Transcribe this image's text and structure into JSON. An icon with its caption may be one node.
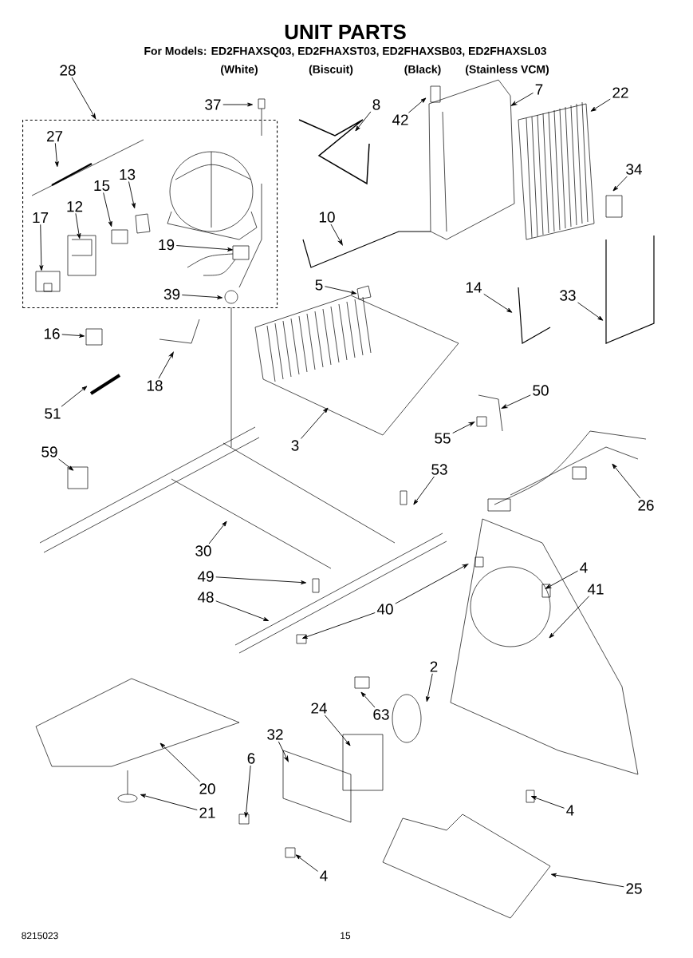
{
  "diagram": {
    "title": "UNIT PARTS",
    "nodes": [
      {
        "text": [
          "28"
        ]
      },
      {
        "text": [],
        "shape": "box"
      },
      {
        "text": [
          "37"
        ]
      },
      {
        "text": [
          "8"
        ]
      },
      {
        "text": [
          "42"
        ]
      },
      {
        "text": [
          "7"
        ]
      },
      {
        "text": [
          "22"
        ]
      },
      {
        "text": [
          "27"
        ],
        "in": 1
      },
      {
        "text": [
          "13"
        ],
        "in": 1
      },
      {
        "text": [
          "15"
        ],
        "in": 1
      },
      {
        "text": [
          "12"
        ],
        "in": 1
      },
      {
        "text": [
          "17"
        ],
        "in": 1
      },
      {
        "text": [
          "19"
        ],
        "in": 1
      },
      {
        "text": [
          "34"
        ]
      },
      {
        "text": [
          "10"
        ]
      },
      {
        "text": [
          "39"
        ],
        "in": 1
      },
      {
        "text": [
          "5"
        ]
      },
      {
        "text": [
          "14"
        ]
      },
      {
        "text": [
          "33"
        ]
      },
      {
        "text": [
          "16"
        ]
      },
      {
        "text": [
          "18"
        ]
      },
      {
        "text": [
          "51"
        ]
      },
      {
        "text": [
          "50"
        ]
      },
      {
        "text": [
          "55"
        ]
      },
      {
        "text": [
          "3"
        ]
      },
      {
        "text": [
          "59"
        ]
      },
      {
        "text": [
          "26"
        ]
      },
      {
        "text": [
          "53"
        ]
      },
      {
        "text": [
          "30"
        ]
      },
      {
        "text": [
          "49"
        ]
      },
      {
        "text": [
          "48"
        ]
      },
      {
        "text": [
          "40"
        ]
      },
      {
        "text": [
          "4"
        ]
      },
      {
        "text": [
          "41"
        ]
      },
      {
        "text": [
          "2"
        ]
      },
      {
        "text": [
          "63"
        ]
      },
      {
        "text": [
          "24"
        ]
      },
      {
        "text": [
          "32"
        ]
      },
      {
        "text": [
          "6"
        ]
      },
      {
        "text": [
          "20"
        ]
      },
      {
        "text": [
          "21"
        ]
      },
      {
        "text": [
          "4"
        ]
      },
      {
        "text": [
          "4"
        ]
      },
      {
        "text": [
          "25"
        ]
      }
    ],
    "edges": [
      {
        "from": 0,
        "to": 1,
        "arrow": "to"
      },
      {
        "from": 2,
        "to": null,
        "arrow": "to"
      },
      {
        "from": 3,
        "to": null,
        "arrow": "to"
      },
      {
        "from": 4,
        "to": null,
        "arrow": "to"
      },
      {
        "from": 5,
        "to": null,
        "arrow": "to"
      },
      {
        "from": 6,
        "to": null,
        "arrow": "to"
      },
      {
        "from": 7,
        "to": null,
        "arrow": "to"
      },
      {
        "from": 8,
        "to": null,
        "arrow": "to"
      },
      {
        "from": 9,
        "to": null,
        "arrow": "to"
      },
      {
        "from": 10,
        "to": null,
        "arrow": "to"
      },
      {
        "from": 11,
        "to": null,
        "arrow": "to"
      },
      {
        "from": 12,
        "to": null,
        "arrow": "to"
      },
      {
        "from": 13,
        "to": null,
        "arrow": "to"
      },
      {
        "from": 14,
        "to": null,
        "arrow": "to"
      },
      {
        "from": 15,
        "to": null,
        "arrow": "to"
      },
      {
        "from": 16,
        "to": null,
        "arrow": "to"
      },
      {
        "from": 17,
        "to": null,
        "arrow": "to"
      },
      {
        "from": 18,
        "to": null,
        "arrow": "to"
      },
      {
        "from": 19,
        "to": null,
        "arrow": "to"
      },
      {
        "from": 20,
        "to": null,
        "arrow": "to"
      },
      {
        "from": 21,
        "to": null,
        "arrow": "to"
      },
      {
        "from": 22,
        "to": null,
        "arrow": "to"
      },
      {
        "from": 23,
        "to": null,
        "arrow": "to"
      },
      {
        "from": 24,
        "to": null,
        "arrow": "to"
      },
      {
        "from": 25,
        "to": null,
        "arrow": "to"
      },
      {
        "from": 26,
        "to": null,
        "arrow": "to"
      },
      {
        "from": 27,
        "to": null,
        "arrow": "to"
      },
      {
        "from": 28,
        "to": null,
        "arrow": "to"
      },
      {
        "from": 29,
        "to": null,
        "arrow": "to"
      },
      {
        "from": 30,
        "to": null,
        "arrow": "to"
      },
      {
        "from": 31,
        "to": null,
        "arrow": "to"
      },
      {
        "from": 31,
        "to": null,
        "arrow": "to"
      },
      {
        "from": 32,
        "to": null,
        "arrow": "to"
      },
      {
        "from": 33,
        "to": null,
        "arrow": "to"
      },
      {
        "from": 34,
        "to": null,
        "arrow": "to"
      },
      {
        "from": 35,
        "to": null,
        "arrow": "to"
      },
      {
        "from": 36,
        "to": null,
        "arrow": "to"
      },
      {
        "from": 37,
        "to": null,
        "arrow": "to"
      },
      {
        "from": 38,
        "to": null,
        "arrow": "to"
      },
      {
        "from": 39,
        "to": null,
        "arrow": "to"
      },
      {
        "from": 40,
        "to": null,
        "arrow": "to"
      },
      {
        "from": 41,
        "to": null,
        "arrow": "to"
      },
      {
        "from": 42,
        "to": null,
        "arrow": "to"
      },
      {
        "from": 43,
        "to": null,
        "arrow": "to"
      }
    ],
    "labels": [
      "For Models: ED2FHAXSQ03, ED2FHAXST03, ED2FHAXSB03, ED2FHAXSL03",
      "(White)",
      "(Biscuit)",
      "(Black)",
      "(Stainless VCM)",
      "8215023",
      "15"
    ]
  }
}
